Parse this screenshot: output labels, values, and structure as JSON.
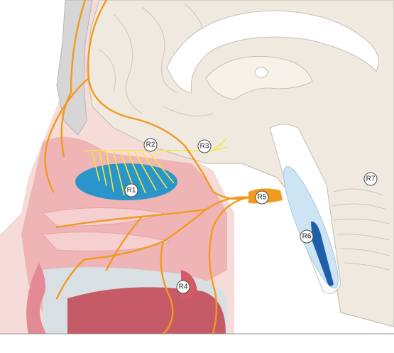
{
  "labels": {
    "r1": "R1",
    "r2": "R2",
    "r3": "R3",
    "r4": "R4",
    "r5": "R5",
    "r6": "R6",
    "r7": "R7"
  },
  "colors": {
    "brain": "#efe9df",
    "brain_outline": "#c9bfae",
    "skin": "#f0d2d0",
    "mucosa": "#e48a97",
    "mouth": "#c95b68",
    "nerve": "#f29a1f",
    "olfactory": "#f4e83a",
    "epithelium": "#2a95c8",
    "ventricle": "#ffffff",
    "brainstem_light": "#cde4f5",
    "brainstem_dark": "#1f5ea8",
    "bone": "#c7c7c7"
  }
}
